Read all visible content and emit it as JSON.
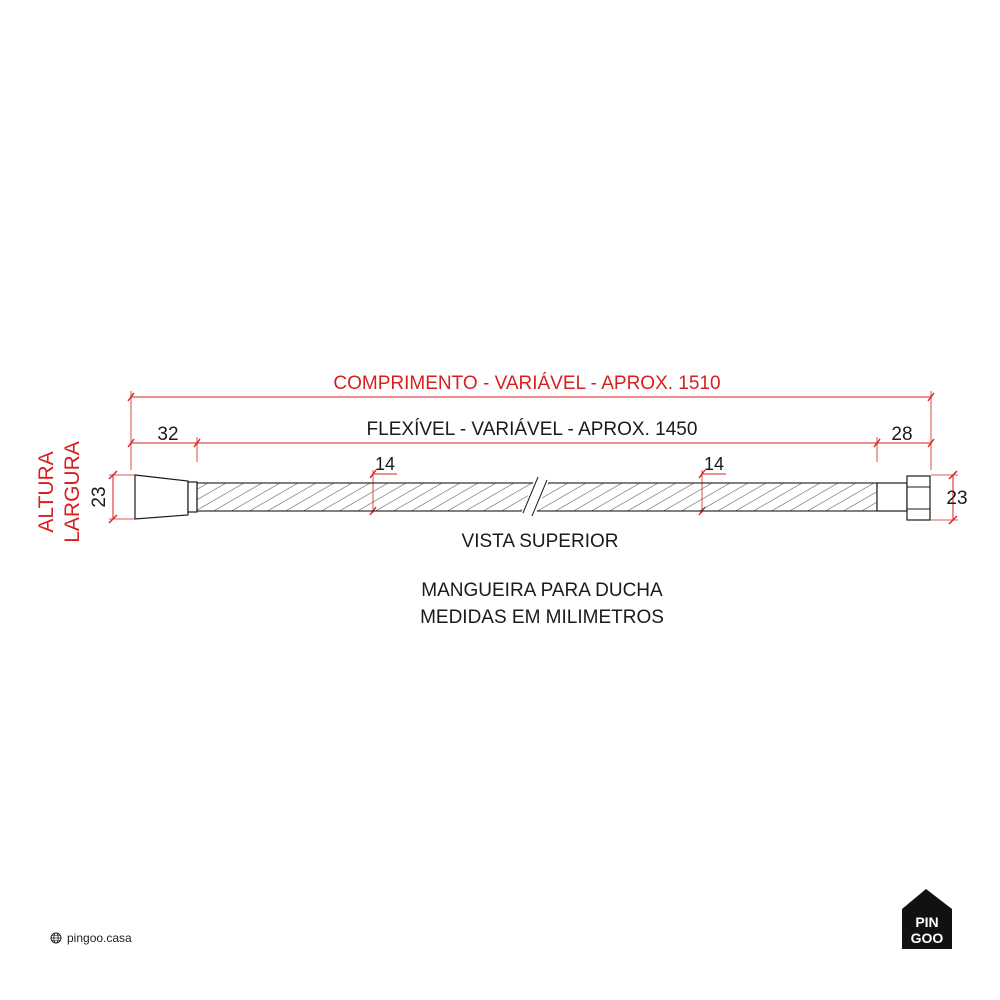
{
  "colors": {
    "dimension": "#d91e1e",
    "line": "#1a1a1a",
    "background": "#ffffff"
  },
  "dimensions": {
    "total_length_label": "COMPRIMENTO - VARIÁVEL - APROX. 1510",
    "flexible_length_label": "FLEXÍVEL - VARIÁVEL - APROX. 1450",
    "left_end_length": "32",
    "right_end_length": "28",
    "left_inner_length": "14",
    "right_inner_length": "14",
    "left_height": "23",
    "right_height": "23",
    "side_label_top": "ALTURA",
    "side_label_bottom": "LARGURA"
  },
  "captions": {
    "view": "VISTA SUPERIOR",
    "title_line1": "MANGUEIRA PARA DUCHA",
    "title_line2": "MEDIDAS EM MILIMETROS"
  },
  "footer": {
    "website": "pingoo.casa",
    "website_icon": "globe-icon",
    "logo_line1": "PIN",
    "logo_line2": "GOO"
  }
}
